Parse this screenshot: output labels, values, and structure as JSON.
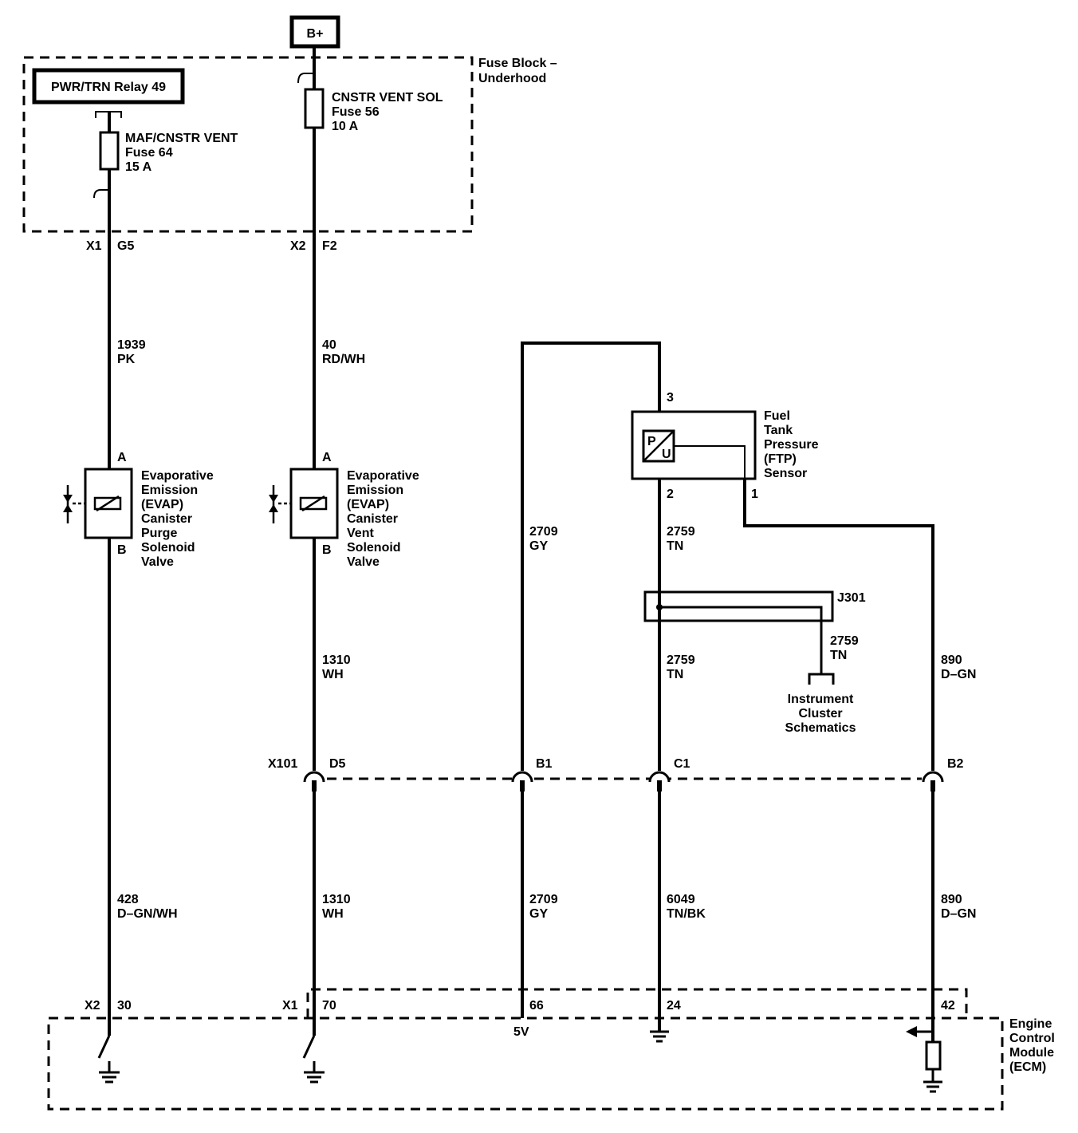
{
  "power_source": "B+",
  "relay": "PWR/TRN Relay 49",
  "fuse_block": [
    "Fuse Block –",
    "Underhood"
  ],
  "fuse64": [
    "MAF/CNSTR VENT",
    "Fuse 64",
    "15 A"
  ],
  "fuse56": [
    "CNSTR VENT SOL",
    "Fuse 56",
    "10 A"
  ],
  "fb_connectors": {
    "c1_conn": "X1",
    "c1_pin": "G5",
    "c2_conn": "X2",
    "c2_pin": "F2"
  },
  "wires": {
    "w1939": [
      "1939",
      "PK"
    ],
    "w40": [
      "40",
      "RD/WH"
    ],
    "w1310a": [
      "1310",
      "WH"
    ],
    "w1310b": [
      "1310",
      "WH"
    ],
    "w428": [
      "428",
      "D–GN/WH"
    ],
    "w2709a": [
      "2709",
      "GY"
    ],
    "w2709b": [
      "2709",
      "GY"
    ],
    "w2759a": [
      "2759",
      "TN"
    ],
    "w2759b": [
      "2759",
      "TN"
    ],
    "w2759c": [
      "2759",
      "TN"
    ],
    "w6049": [
      "6049",
      "TN/BK"
    ],
    "w890a": [
      "890",
      "D–GN"
    ],
    "w890b": [
      "890",
      "D–GN"
    ]
  },
  "purge_valve": {
    "pin_a": "A",
    "pin_b": "B",
    "label": [
      "Evaporative",
      "Emission",
      "(EVAP)",
      "Canister",
      "Purge",
      "Solenoid",
      "Valve"
    ]
  },
  "vent_valve": {
    "pin_a": "A",
    "pin_b": "B",
    "label": [
      "Evaporative",
      "Emission",
      "(EVAP)",
      "Canister",
      "Vent",
      "Solenoid",
      "Valve"
    ]
  },
  "ftp_sensor": {
    "pin3": "3",
    "pin2": "2",
    "pin1": "1",
    "p": "P",
    "u": "U",
    "label": [
      "Fuel",
      "Tank",
      "Pressure",
      "(FTP)",
      "Sensor"
    ]
  },
  "splice": "J301",
  "instrument_cluster": [
    "Instrument",
    "Cluster",
    "Schematics"
  ],
  "x101": {
    "name": "X101",
    "d5": "D5",
    "b1": "B1",
    "c1": "C1",
    "b2": "B2"
  },
  "ecm_connectors": {
    "x2": "X2",
    "p30": "30",
    "x1": "X1",
    "p70": "70",
    "p66": "66",
    "p24": "24",
    "p42": "42",
    "v5": "5V"
  },
  "ecm_label": [
    "Engine",
    "Control",
    "Module",
    "(ECM)"
  ]
}
